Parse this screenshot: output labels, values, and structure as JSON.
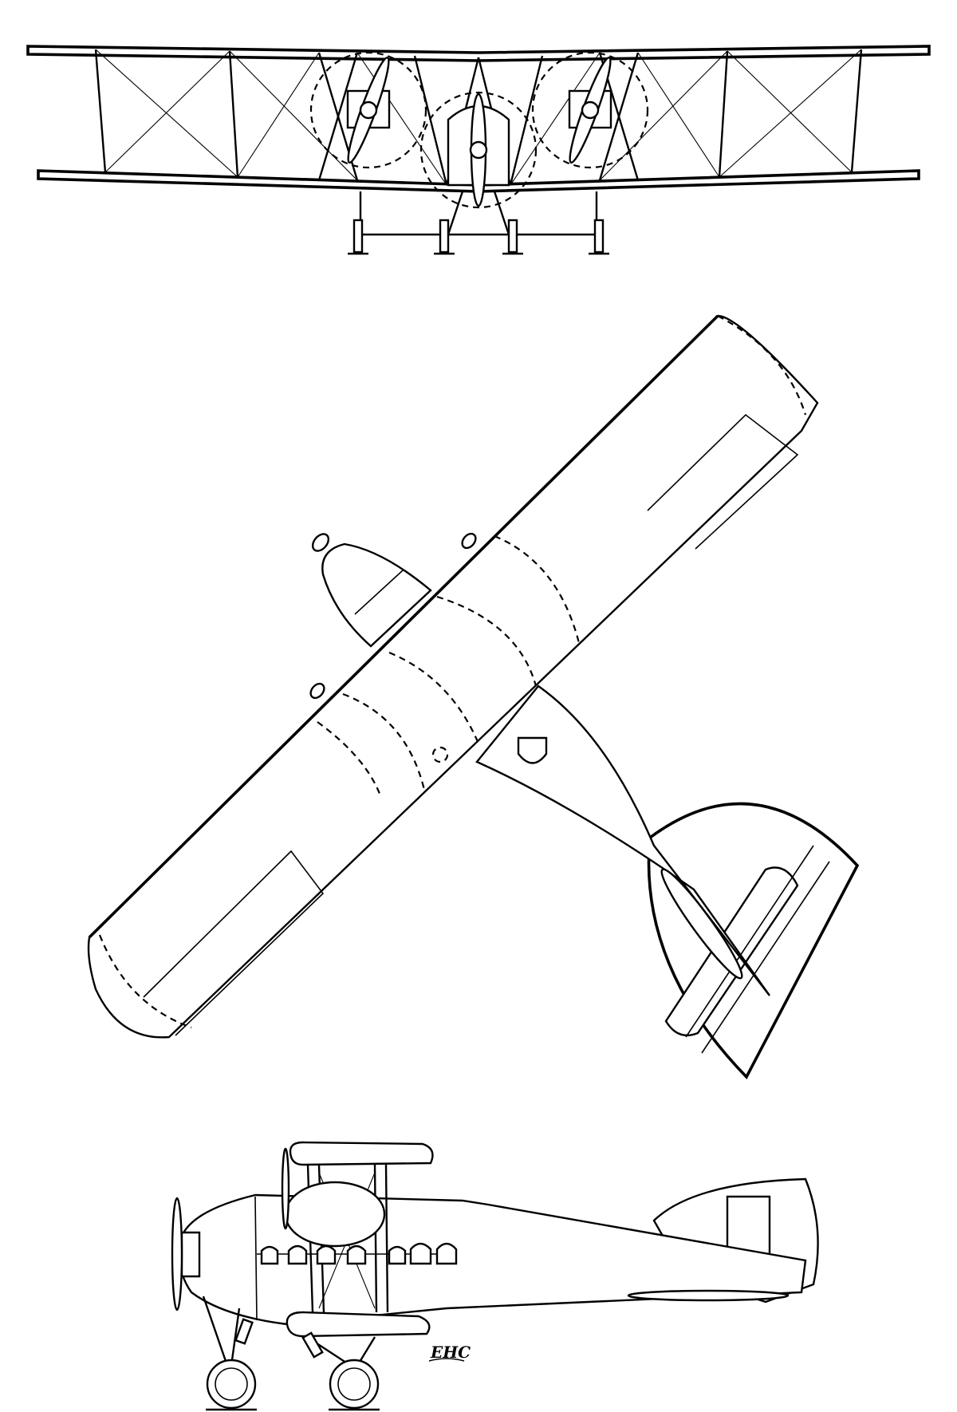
{
  "drawing": {
    "views": [
      {
        "name": "front-view"
      },
      {
        "name": "plan-view"
      },
      {
        "name": "side-view"
      }
    ],
    "signature": {
      "text": "EHC",
      "style": "draftsman-initials"
    },
    "colors": {
      "ink": "#000000",
      "paper": "#ffffff"
    }
  }
}
